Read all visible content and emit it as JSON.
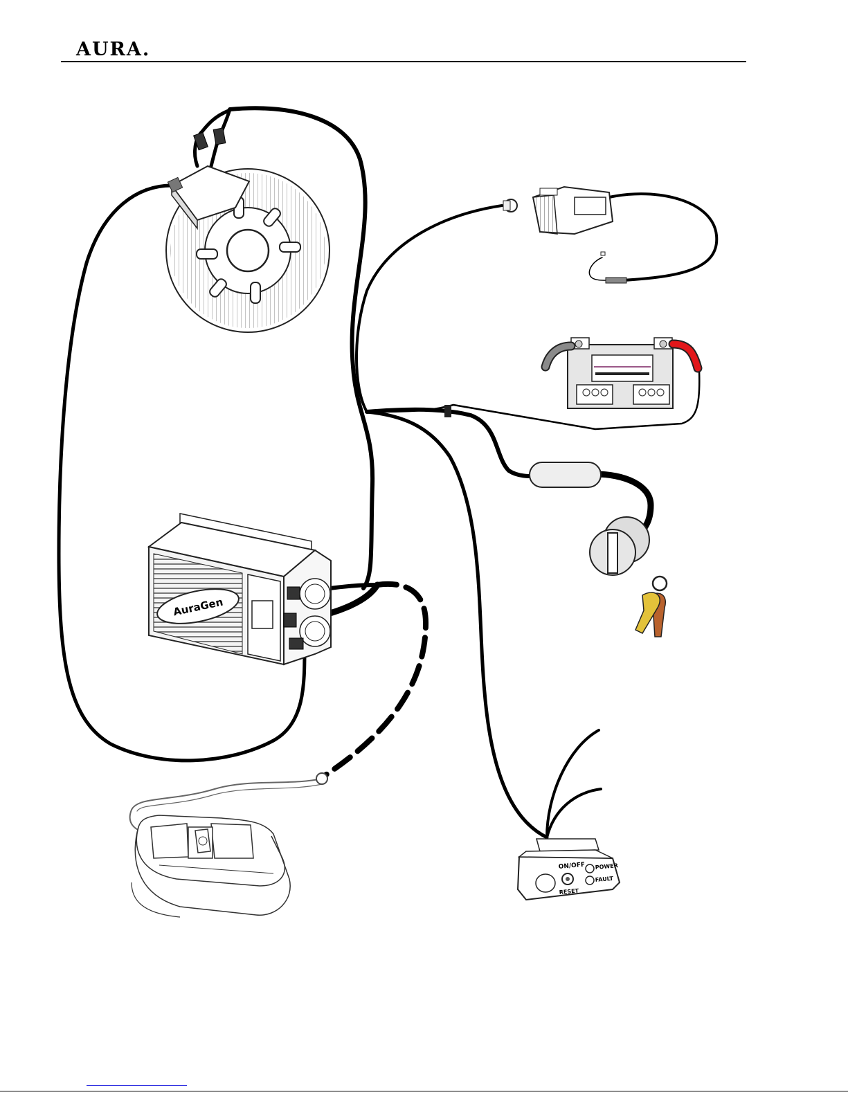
{
  "header": {
    "logo_text": "AURA.",
    "logo_color": "#000000"
  },
  "diagram": {
    "parts": [
      {
        "id": "generator",
        "icon": "finned-alternator"
      },
      {
        "id": "inverter",
        "brand_text": "AuraGen"
      },
      {
        "id": "sensor-connector",
        "icon": "connector-with-probe"
      },
      {
        "id": "battery",
        "icon": "battery"
      },
      {
        "id": "ignition-switch",
        "icon": "key-switch"
      },
      {
        "id": "keys",
        "icon": "keys"
      },
      {
        "id": "control-panel",
        "labels": [
          "ON/OFF",
          "POWER",
          "FAULT",
          "RESET"
        ]
      },
      {
        "id": "outlet-box",
        "icon": "ac-outlet-enclosure"
      }
    ],
    "colors": {
      "cable": "#000000",
      "positive_cable": "#e2171a",
      "key_gold": "#e3c23a",
      "key_copper": "#b9622d",
      "link": "#2a2ae0"
    }
  }
}
